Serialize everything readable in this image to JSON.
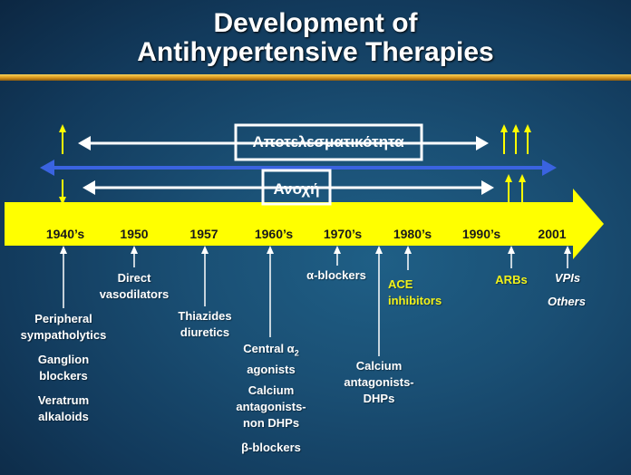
{
  "title": {
    "line1": "Development of",
    "line2": "Antihypertensive Therapies"
  },
  "efficacy_label": "Αποτελεσματικότητα",
  "tolerability_label": "Ανοχή",
  "years": [
    "1940’s",
    "1950",
    "1957",
    "1960’s",
    "1970’s",
    "1980’s",
    "1990’s",
    "2001"
  ],
  "drugs": {
    "peripheral_sympatholytics": "Peripheral sympatholytics",
    "ganglion_blockers": "Ganglion blockers",
    "veratrum_alkaloids": "Veratrum alkaloids",
    "direct_vasodilators": "Direct vasodilators",
    "thiazides": "Thiazides diuretics",
    "central_a2_agonists": "Central α2 agonists",
    "calcium_non_dhps": "Calcium antagonists- non DHPs",
    "beta_blockers": "β-blockers",
    "alpha_blockers": "α-blockers",
    "calcium_dhps": "Calcium antagonists- DHPs",
    "ace_inhibitors": "ACE inhibitors",
    "arbs": "ARBs",
    "vpis": "VPIs",
    "others": "Others"
  },
  "colors": {
    "timeline": "#ffff00",
    "blue_arrow": "#3a63e0",
    "white_arrow": "#ffffff",
    "highlight_text": "#f2f21a"
  }
}
